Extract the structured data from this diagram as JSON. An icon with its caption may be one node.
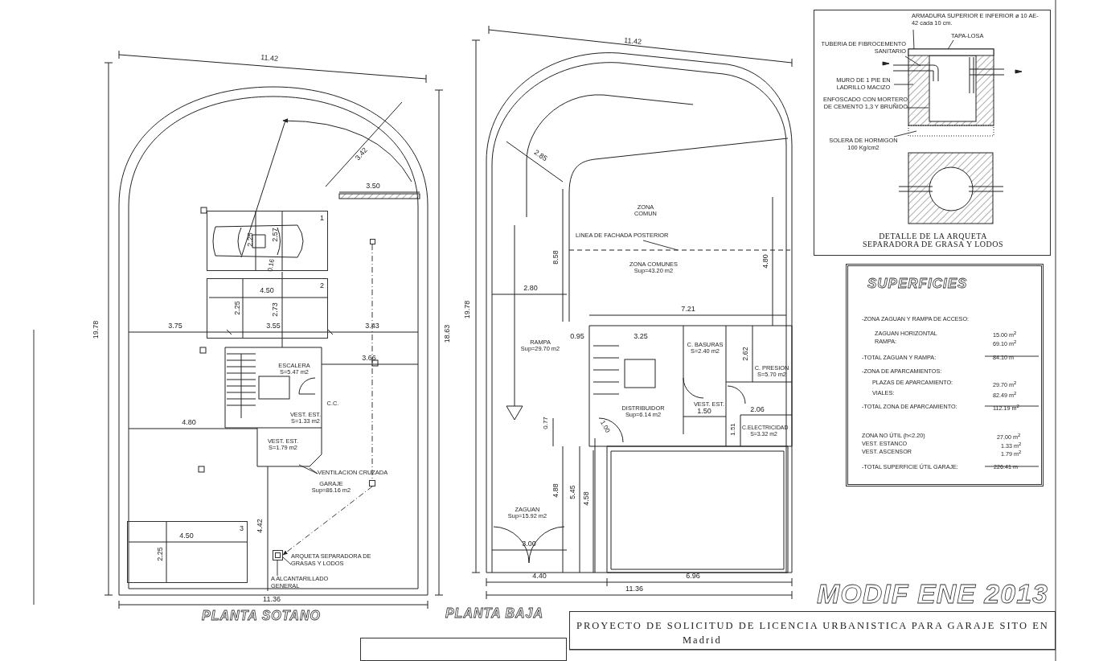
{
  "diagram": {
    "nodes": [
      {
        "text": [
          "DETALLE DE LA ARQUETA SEPARADORA DE GRASA Y LODOS"
        ]
      },
      {
        "text": [
          "ARMADURA SUPERIOR E INFERIOR ø 10 AE-42 cada 10 cm."
        ],
        "in": 0
      },
      {
        "text": [
          "TAPA-LOSA"
        ],
        "in": 0
      },
      {
        "text": [
          "TUBERIA DE FIBROCEMENTO SANITARIO"
        ],
        "in": 0
      },
      {
        "text": [
          "MURO DE 1 PIE EN LADRILLO MACIZO"
        ],
        "in": 0
      },
      {
        "text": [
          "ENFOSCADO CON MORTERO DE CEMENTO 1,3 Y BRUÑIDO"
        ],
        "in": 0
      },
      {
        "text": [
          "SOLERA DE HORMIGON 100 Kg/cm2"
        ],
        "in": 0
      },
      {
        "text": [
          "1"
        ]
      },
      {
        "text": [
          "2"
        ]
      },
      {
        "text": [
          "VENTILACION CRUZADA"
        ]
      },
      {
        "text": [
          "3"
        ]
      },
      {
        "text": [],
        "shape": "box"
      },
      {
        "text": [
          "ARQUETA SEPARADORA DE GRASAS Y LODOS"
        ]
      },
      {
        "text": [
          "A ALCANTARILLADO GENERAL"
        ]
      },
      {
        "text": [
          "LINEA DE FACHADA POSTERIOR"
        ]
      },
      {
        "text": [
          "SUPERFICIES",
          "-ZONA ZAGUAN Y RAMPA DE ACCESO:",
          "ZAGUAN HORIZONTAL",
          "15.00 m$^{2}$",
          "RAMPA:",
          "69.10 m$^{2}$",
          "-TOTAL ZAGUAN Y RAMPA:",
          "84.10 m",
          "-ZONA DE APARCAMIENTOS:",
          "PLAZAS DE APARCAMIENTO:",
          "29.70 m$^{2}$",
          "VIALES:",
          "82.49 m$^{2}$",
          "-TOTAL ZONA DE APARCAMIENTO:",
          "112.19 m$^{2}$",
          "ZONA NO ÚTIL (h<2.20)",
          "27.00 m$^{2}$",
          "VEST. ESTANCO",
          "1.33 m$^{2}$",
          "VEST. ASCENSOR",
          "1.79 m$^{2}$",
          "-TOTAL SUPERFICIE ÚTIL GARAJE:",
          "226.41 m"
        ]
      },
      {
        "text": [
          "PROYECTO DE SOLICITUD DE LICENCIA URBANISTICA PARA GARAJE SITO EN Madrid"
        ]
      },
      {
        "text": [],
        "shape": "box"
      },
      {
        "text": [],
        "shape": "box"
      },
      {
        "text": [],
        "shape": "box"
      },
      {
        "text": [],
        "shape": "picture",
        "in": 0
      }
    ],
    "edges": [
      {
        "from": 1,
        "to": 20,
        "arrow": "none"
      },
      {
        "from": 2,
        "to": 20,
        "arrow": "none"
      },
      {
        "from": 3,
        "to": 20,
        "arrow": "none"
      },
      {
        "from": 4,
        "to": 20,
        "arrow": "none"
      },
      {
        "from": 5,
        "to": 20,
        "arrow": "none"
      },
      {
        "from": 6,
        "to": 20,
        "arrow": "none"
      },
      {
        "from": 9,
        "to": null,
        "arrow": "none"
      },
      {
        "from": 9,
        "to": null,
        "arrow": "none"
      },
      {
        "from": 18,
        "to": 19,
        "arrow": "none",
        "style": "dashed"
      },
      {
        "from": 19,
        "to": 11,
        "arrow": "to",
        "style": "dashed"
      },
      {
        "from": 12,
        "to": 11,
        "arrow": "none"
      },
      {
        "from": 11,
        "to": 13,
        "arrow": "none"
      },
      {
        "from": 14,
        "to": null,
        "arrow": "none"
      }
    ],
    "labels": [
      "11.42",
      "3.42",
      "3.50",
      "2.25",
      "2.57",
      "0.16",
      "4.50",
      "2.25",
      "2.73",
      "3.75",
      "3.55",
      "3.43",
      "19.78",
      "18.63",
      "3.66",
      "ESCALERA S=5.47 m2",
      "C.C.",
      "4.80",
      "VEST. EST. S=1.33 m2",
      "VEST. EST. S=1.79 m2",
      "GARAJE Sup=86.16 m2",
      "4.42",
      "4.50",
      "2.25",
      "11.36",
      "PLANTA SOTANO",
      "11.42",
      "2.85",
      "ZONA COMUN",
      "ZONA COMUNES Sup=43.20 m2",
      "4.80",
      "2.80",
      "19.78",
      "8.58",
      "7.21",
      "RAMPA Sup=29.70 m2",
      "0.95",
      "3.25",
      "C. BASURAS S=2.40 m2",
      "2.62",
      "C. PRESION S=5.70 m2",
      "VEST. EST.",
      "DISTRIBUIDOR Sup=6.14 m2",
      "1.50",
      "2.06",
      "0.77",
      "1.00",
      "1.51",
      "C.ELECTRICIDAD S=3.32 m2",
      "4.88",
      "5.45",
      "4.58",
      "ZAGUAN Sup=15.92 m2",
      "3.00",
      "4.40",
      "6.96",
      "11.36",
      "PLANTA BAJA",
      "MODIF ENE 2013"
    ]
  }
}
